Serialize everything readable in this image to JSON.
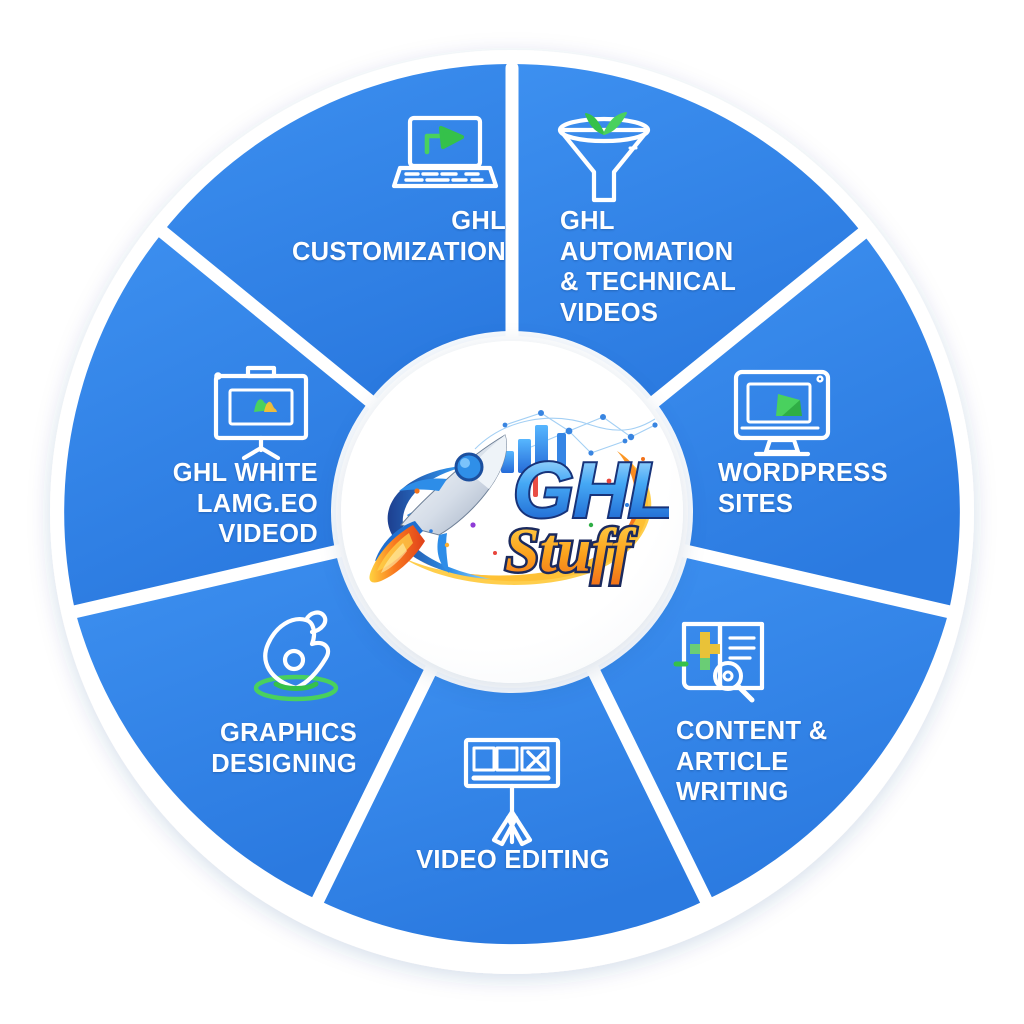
{
  "diagram": {
    "type": "segmented-service-wheel",
    "title": "GHL Stuff Services Wheel",
    "segment_count": 7,
    "colors": {
      "segment_blue": "#2f82e8",
      "segment_blue_light": "#3d90f0",
      "divider_white": "#ffffff",
      "label_text": "#ffffff",
      "icon_stroke": "#ffffff",
      "icon_accent_green": "#35c14a",
      "background": "#ffffff",
      "logo_blue": "#2a8bf2",
      "logo_orange": "#f5821f",
      "logo_yellow": "#ffc224",
      "logo_navy": "#1b2a5e"
    }
  },
  "center": {
    "brand_primary": "GHL",
    "brand_secondary": "Stuff",
    "icon": "rocket-icon"
  },
  "segments": [
    {
      "id": "ghl-customization",
      "label": "GHL\nCUSTOMIZATION",
      "icon": "laptop-icon"
    },
    {
      "id": "ghl-automation",
      "label": "GHL\nAUTOMATION\n& TECHNICAL\nVIDEOS",
      "icon": "funnel-icon"
    },
    {
      "id": "wordpress-sites",
      "label": "WORDPRESS\nSITES",
      "icon": "desktop-monitor-icon"
    },
    {
      "id": "content-article-writing",
      "label": "CONTENT &\nARTICLE\nWRITING",
      "icon": "document-search-icon"
    },
    {
      "id": "video-editing",
      "label": "VIDEO EDITING",
      "icon": "video-board-tripod-icon"
    },
    {
      "id": "graphics-designing",
      "label": "GRAPHICS\nDESIGNING",
      "icon": "design-pen-icon"
    },
    {
      "id": "ghl-white-label",
      "label": "GHL WHITE\nLAMG.EO\nVIDEOD",
      "icon": "presentation-board-icon"
    }
  ]
}
